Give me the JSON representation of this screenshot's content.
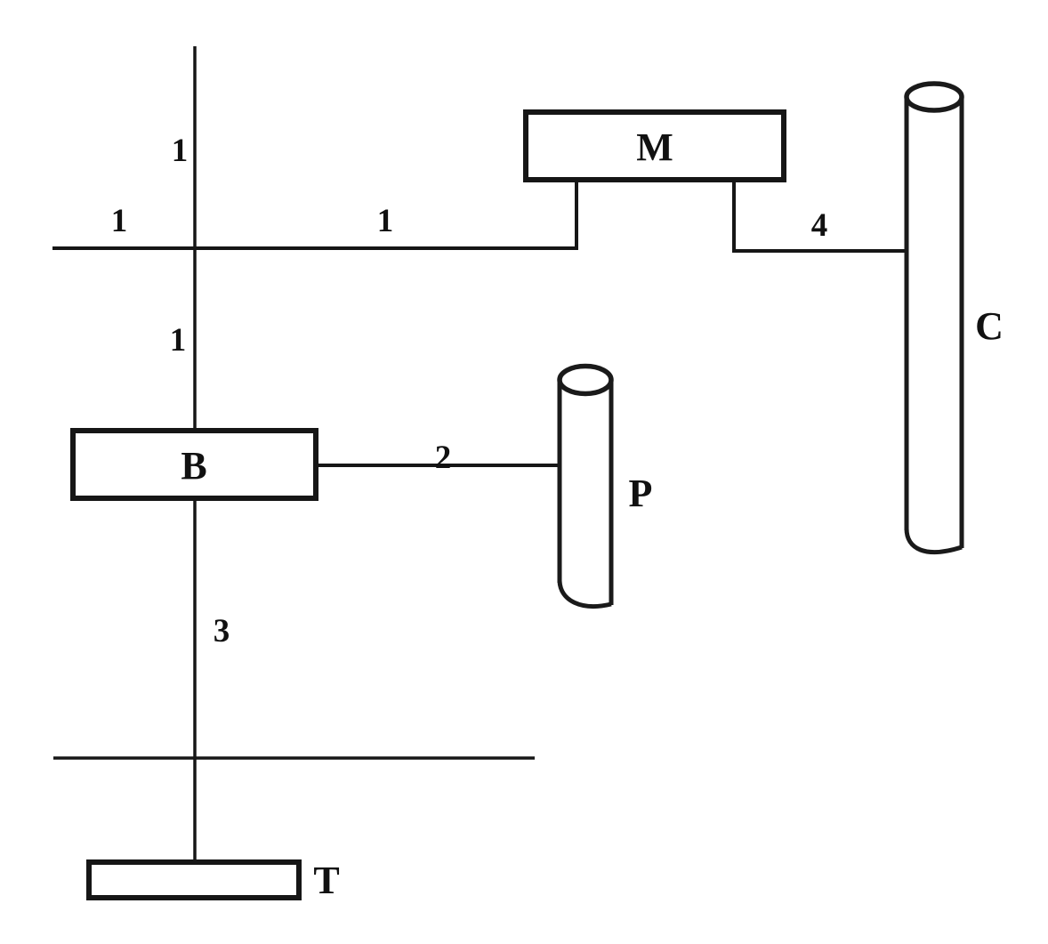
{
  "page": {
    "background_color": "#ffffff",
    "ink_color": "#161616"
  },
  "diagram": {
    "type": "schematic",
    "nodes": {
      "m": {
        "label": "M",
        "shape": "rectangle"
      },
      "c": {
        "label": "C",
        "shape": "cylinder"
      },
      "b": {
        "label": "B",
        "shape": "rectangle"
      },
      "p": {
        "label": "P",
        "shape": "cylinder"
      },
      "t": {
        "label": "T",
        "shape": "rectangle"
      }
    },
    "edge_labels": {
      "vertical_upper": "1",
      "horizontal_left": "1",
      "horizontal_mid": "1",
      "vertical_mid": "1",
      "m_to_c": "4",
      "b_to_p": "2",
      "b_to_t": "3"
    }
  }
}
